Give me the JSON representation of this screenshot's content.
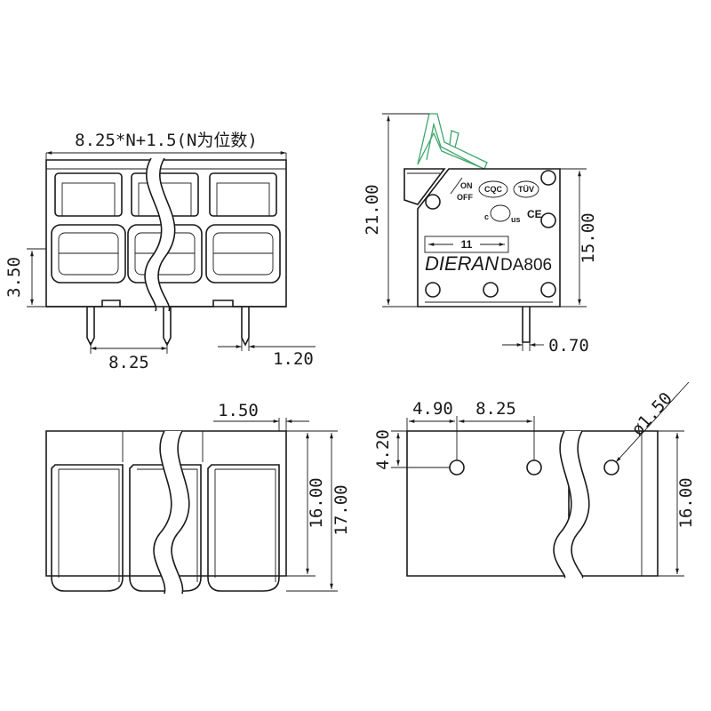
{
  "colors": {
    "lines": "#1a1a1a",
    "lever": "#3fa66b",
    "background": "#ffffff"
  },
  "front_view": {
    "width_formula": "8.25*N+1.5(N为位数)",
    "height_dim": "3.50",
    "pitch_dim": "8.25",
    "pin_width_dim": "1.20"
  },
  "side_view": {
    "total_height_dim": "21.00",
    "body_height_dim": "15.00",
    "pin_thickness_dim": "0.70",
    "wire_length": "11",
    "brand": "DIERAN",
    "model": "DA806",
    "on_label": "ON",
    "off_label": "OFF",
    "cqc_label": "CQC",
    "tuv_label": "TÜV",
    "ce_label": "CE",
    "ul_label": "c",
    "us_label": "us"
  },
  "top_view": {
    "wall_dim": "1.50",
    "inner_height_dim": "16.00",
    "outer_height_dim": "17.00"
  },
  "pcb_view": {
    "edge_offset_dim": "4.90",
    "pitch_dim": "8.25",
    "row_offset_dim": "4.20",
    "hole_dia_dim": "ø1.50",
    "height_dim": "16.00"
  }
}
